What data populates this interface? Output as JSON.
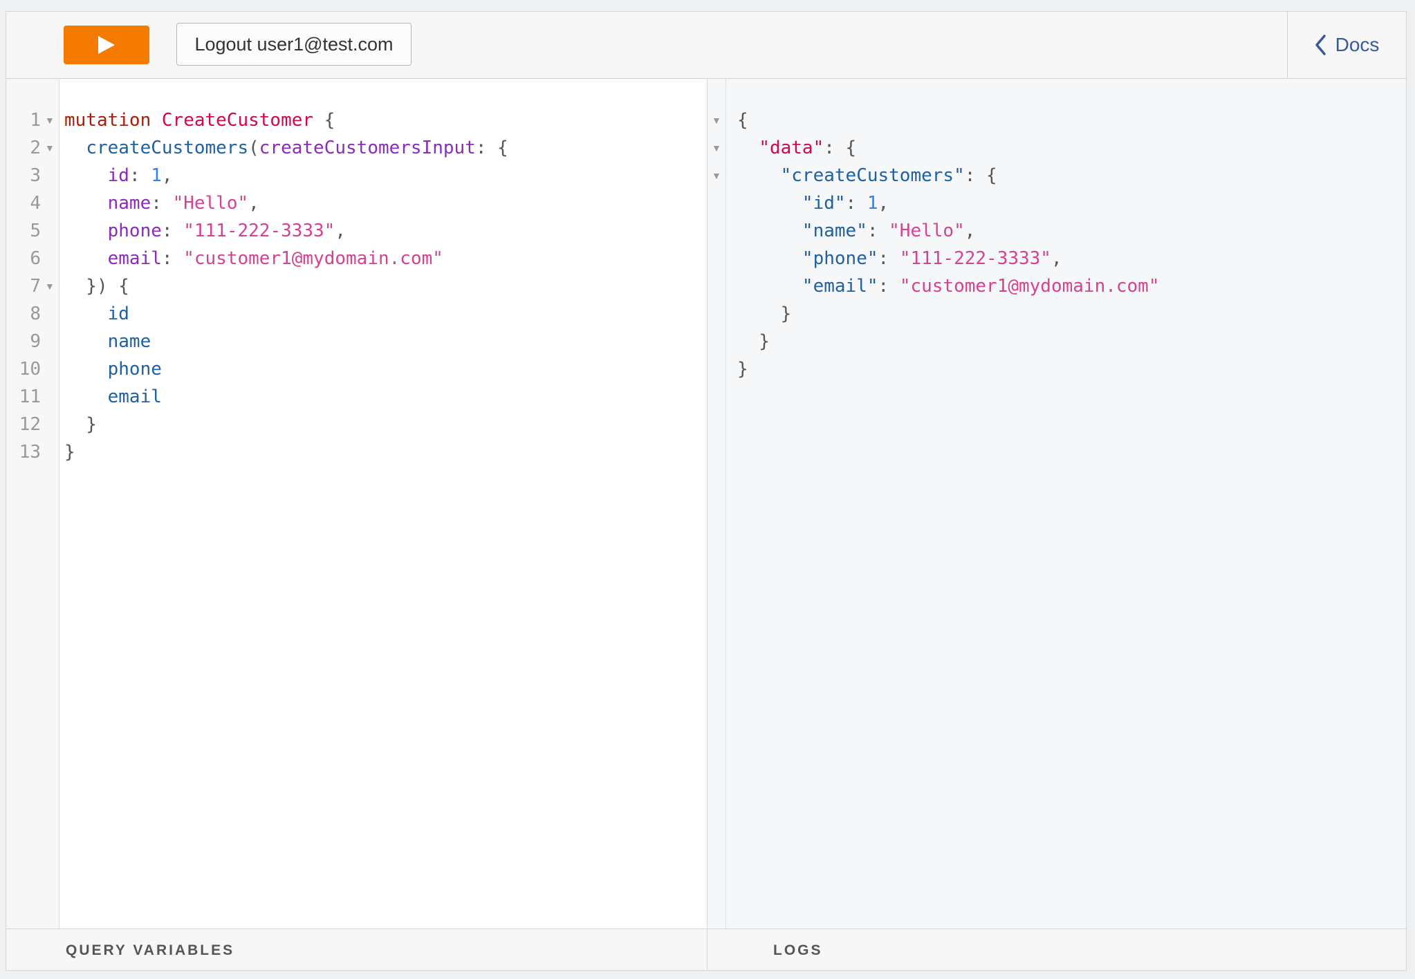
{
  "toolbar": {
    "run_button_icon": "play-icon",
    "logout_label": "Logout user1@test.com",
    "docs_label": "Docs",
    "docs_icon": "chevron-left-icon",
    "accent_color": "#f47b00"
  },
  "editor": {
    "line_numbers": [
      "1",
      "2",
      "3",
      "4",
      "5",
      "6",
      "7",
      "8",
      "9",
      "10",
      "11",
      "12",
      "13"
    ],
    "lines": [
      [
        {
          "t": "mutation",
          "c": "k-kw"
        },
        {
          "t": " ",
          "c": ""
        },
        {
          "t": "CreateCustomer",
          "c": "k-def"
        },
        {
          "t": " {",
          "c": "k-punc"
        }
      ],
      [
        {
          "t": "  ",
          "c": ""
        },
        {
          "t": "createCustomers",
          "c": "k-field"
        },
        {
          "t": "(",
          "c": "k-punc"
        },
        {
          "t": "createCustomersInput",
          "c": "k-arg"
        },
        {
          "t": ": {",
          "c": "k-punc"
        }
      ],
      [
        {
          "t": "    ",
          "c": ""
        },
        {
          "t": "id",
          "c": "k-arg"
        },
        {
          "t": ": ",
          "c": "k-punc"
        },
        {
          "t": "1",
          "c": "k-num"
        },
        {
          "t": ",",
          "c": "k-punc"
        }
      ],
      [
        {
          "t": "    ",
          "c": ""
        },
        {
          "t": "name",
          "c": "k-arg"
        },
        {
          "t": ": ",
          "c": "k-punc"
        },
        {
          "t": "\"Hello\"",
          "c": "k-str"
        },
        {
          "t": ",",
          "c": "k-punc"
        }
      ],
      [
        {
          "t": "    ",
          "c": ""
        },
        {
          "t": "phone",
          "c": "k-arg"
        },
        {
          "t": ": ",
          "c": "k-punc"
        },
        {
          "t": "\"111-222-3333\"",
          "c": "k-str"
        },
        {
          "t": ",",
          "c": "k-punc"
        }
      ],
      [
        {
          "t": "    ",
          "c": ""
        },
        {
          "t": "email",
          "c": "k-arg"
        },
        {
          "t": ": ",
          "c": "k-punc"
        },
        {
          "t": "\"customer1@mydomain.com\"",
          "c": "k-str"
        }
      ],
      [
        {
          "t": "  }) {",
          "c": "k-punc"
        }
      ],
      [
        {
          "t": "    ",
          "c": ""
        },
        {
          "t": "id",
          "c": "k-field"
        }
      ],
      [
        {
          "t": "    ",
          "c": ""
        },
        {
          "t": "name",
          "c": "k-field"
        }
      ],
      [
        {
          "t": "    ",
          "c": ""
        },
        {
          "t": "phone",
          "c": "k-field"
        }
      ],
      [
        {
          "t": "    ",
          "c": ""
        },
        {
          "t": "email",
          "c": "k-field"
        }
      ],
      [
        {
          "t": "  }",
          "c": "k-punc"
        }
      ],
      [
        {
          "t": "}",
          "c": "k-punc"
        }
      ]
    ],
    "fold_lines": [
      0,
      1,
      6
    ]
  },
  "result": {
    "lines": [
      [
        {
          "t": "{",
          "c": "k-punc"
        }
      ],
      [
        {
          "t": "  ",
          "c": ""
        },
        {
          "t": "\"data\"",
          "c": "k-pkey"
        },
        {
          "t": ": {",
          "c": "k-punc"
        }
      ],
      [
        {
          "t": "    ",
          "c": ""
        },
        {
          "t": "\"createCustomers\"",
          "c": "k-prop"
        },
        {
          "t": ": {",
          "c": "k-punc"
        }
      ],
      [
        {
          "t": "      ",
          "c": ""
        },
        {
          "t": "\"id\"",
          "c": "k-prop"
        },
        {
          "t": ": ",
          "c": "k-punc"
        },
        {
          "t": "1",
          "c": "k-num"
        },
        {
          "t": ",",
          "c": "k-punc"
        }
      ],
      [
        {
          "t": "      ",
          "c": ""
        },
        {
          "t": "\"name\"",
          "c": "k-prop"
        },
        {
          "t": ": ",
          "c": "k-punc"
        },
        {
          "t": "\"Hello\"",
          "c": "k-str"
        },
        {
          "t": ",",
          "c": "k-punc"
        }
      ],
      [
        {
          "t": "      ",
          "c": ""
        },
        {
          "t": "\"phone\"",
          "c": "k-prop"
        },
        {
          "t": ": ",
          "c": "k-punc"
        },
        {
          "t": "\"111-222-3333\"",
          "c": "k-str"
        },
        {
          "t": ",",
          "c": "k-punc"
        }
      ],
      [
        {
          "t": "      ",
          "c": ""
        },
        {
          "t": "\"email\"",
          "c": "k-prop"
        },
        {
          "t": ": ",
          "c": "k-punc"
        },
        {
          "t": "\"customer1@mydomain.com\"",
          "c": "k-str"
        }
      ],
      [
        {
          "t": "    }",
          "c": "k-punc"
        }
      ],
      [
        {
          "t": "  }",
          "c": "k-punc"
        }
      ],
      [
        {
          "t": "}",
          "c": "k-punc"
        }
      ]
    ],
    "fold_lines": [
      0,
      1,
      2
    ]
  },
  "footer": {
    "query_variables_label": "QUERY VARIABLES",
    "logs_label": "LOGS"
  }
}
